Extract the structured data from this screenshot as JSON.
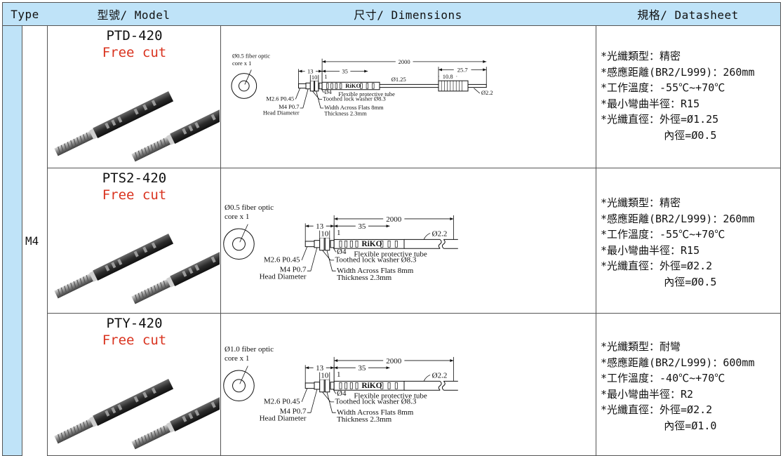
{
  "header": {
    "type": "Type",
    "model": "型號/ Model",
    "dimensions": "尺寸/ Dimensions",
    "datasheet": "規格/ Datasheet"
  },
  "thread_group": "M4",
  "rows": [
    {
      "model": "PTD-420",
      "cut": "Free cut",
      "dims": {
        "core": "Ø0.5 fiber optic",
        "core2": "core x 1",
        "d13": "13",
        "d10": "10",
        "d1": "1",
        "d35": "35",
        "d2000": "2000",
        "d257": "25.7",
        "d108": "10.8",
        "dia_fiber": "Ø1.25",
        "dia_end": "Ø2.2",
        "d4": "Ø4",
        "brand": "RiKO",
        "tube": "Flexible protective tube",
        "thread": "M2.6 P0.45",
        "washer": "Toothed lock washer Ø8.3",
        "head1": "M4 P0.7",
        "head2": "Head Diameter",
        "flats1": "Width Across Flats 8mm",
        "flats2": "Thickness 2.3mm"
      },
      "specs": [
        "*光纖類型：精密",
        "*感應距離(BR2/L999)：260mm",
        "*工作溫度：-55℃~+70℃",
        "*最小彎曲半徑：R15",
        "*光纖直徑：外徑=Ø1.25",
        "          內徑=Ø0.5"
      ]
    },
    {
      "model": "PTS2-420",
      "cut": "Free cut",
      "dims": {
        "core": "Ø0.5 fiber optic",
        "core2": "core x 1",
        "d13": "13",
        "d10": "10",
        "d1": "1",
        "d35": "35",
        "d2000": "2000",
        "dia_end": "Ø2.2",
        "d4": "Ø4",
        "brand": "RiKO",
        "tube": "Flexible protective tube",
        "thread": "M2.6 P0.45",
        "washer": "Toothed lock washer Ø8.3",
        "head1": "M4 P0.7",
        "head2": "Head Diameter",
        "flats1": "Width Across Flats 8mm",
        "flats2": "Thickness 2.3mm"
      },
      "specs": [
        "*光纖類型：精密",
        "*感應距離(BR2/L999)：260mm",
        "*工作溫度：-55℃~+70℃",
        "*最小彎曲半徑：R15",
        "*光纖直徑：外徑=Ø2.2",
        "          內徑=Ø0.5"
      ]
    },
    {
      "model": "PTY-420",
      "cut": "Free cut",
      "dims": {
        "core": "Ø1.0 fiber optic",
        "core2": "core x 1",
        "d13": "13",
        "d10": "10",
        "d1": "1",
        "d35": "35",
        "d2000": "2000",
        "dia_end": "Ø2.2",
        "d4": "Ø4",
        "brand": "RiKO",
        "tube": "Flexible protective tube",
        "thread": "M2.6 P0.45",
        "washer": "Toothed lock washer Ø8.3",
        "head1": "M4 P0.7",
        "head2": "Head Diameter",
        "flats1": "Width Across Flats 8mm",
        "flats2": "Thickness 2.3mm"
      },
      "specs": [
        "*光纖類型：耐彎",
        "*感應距離(BR2/L999)：600mm",
        "*工作溫度：-40℃~+70℃",
        "*最小彎曲半徑：R2",
        "*光纖直徑：外徑=Ø2.2",
        "          內徑=Ø1.0"
      ]
    }
  ],
  "colors": {
    "header_bg": "#bfe3f8",
    "cut_text": "#d9331f",
    "grid": "#555555"
  }
}
